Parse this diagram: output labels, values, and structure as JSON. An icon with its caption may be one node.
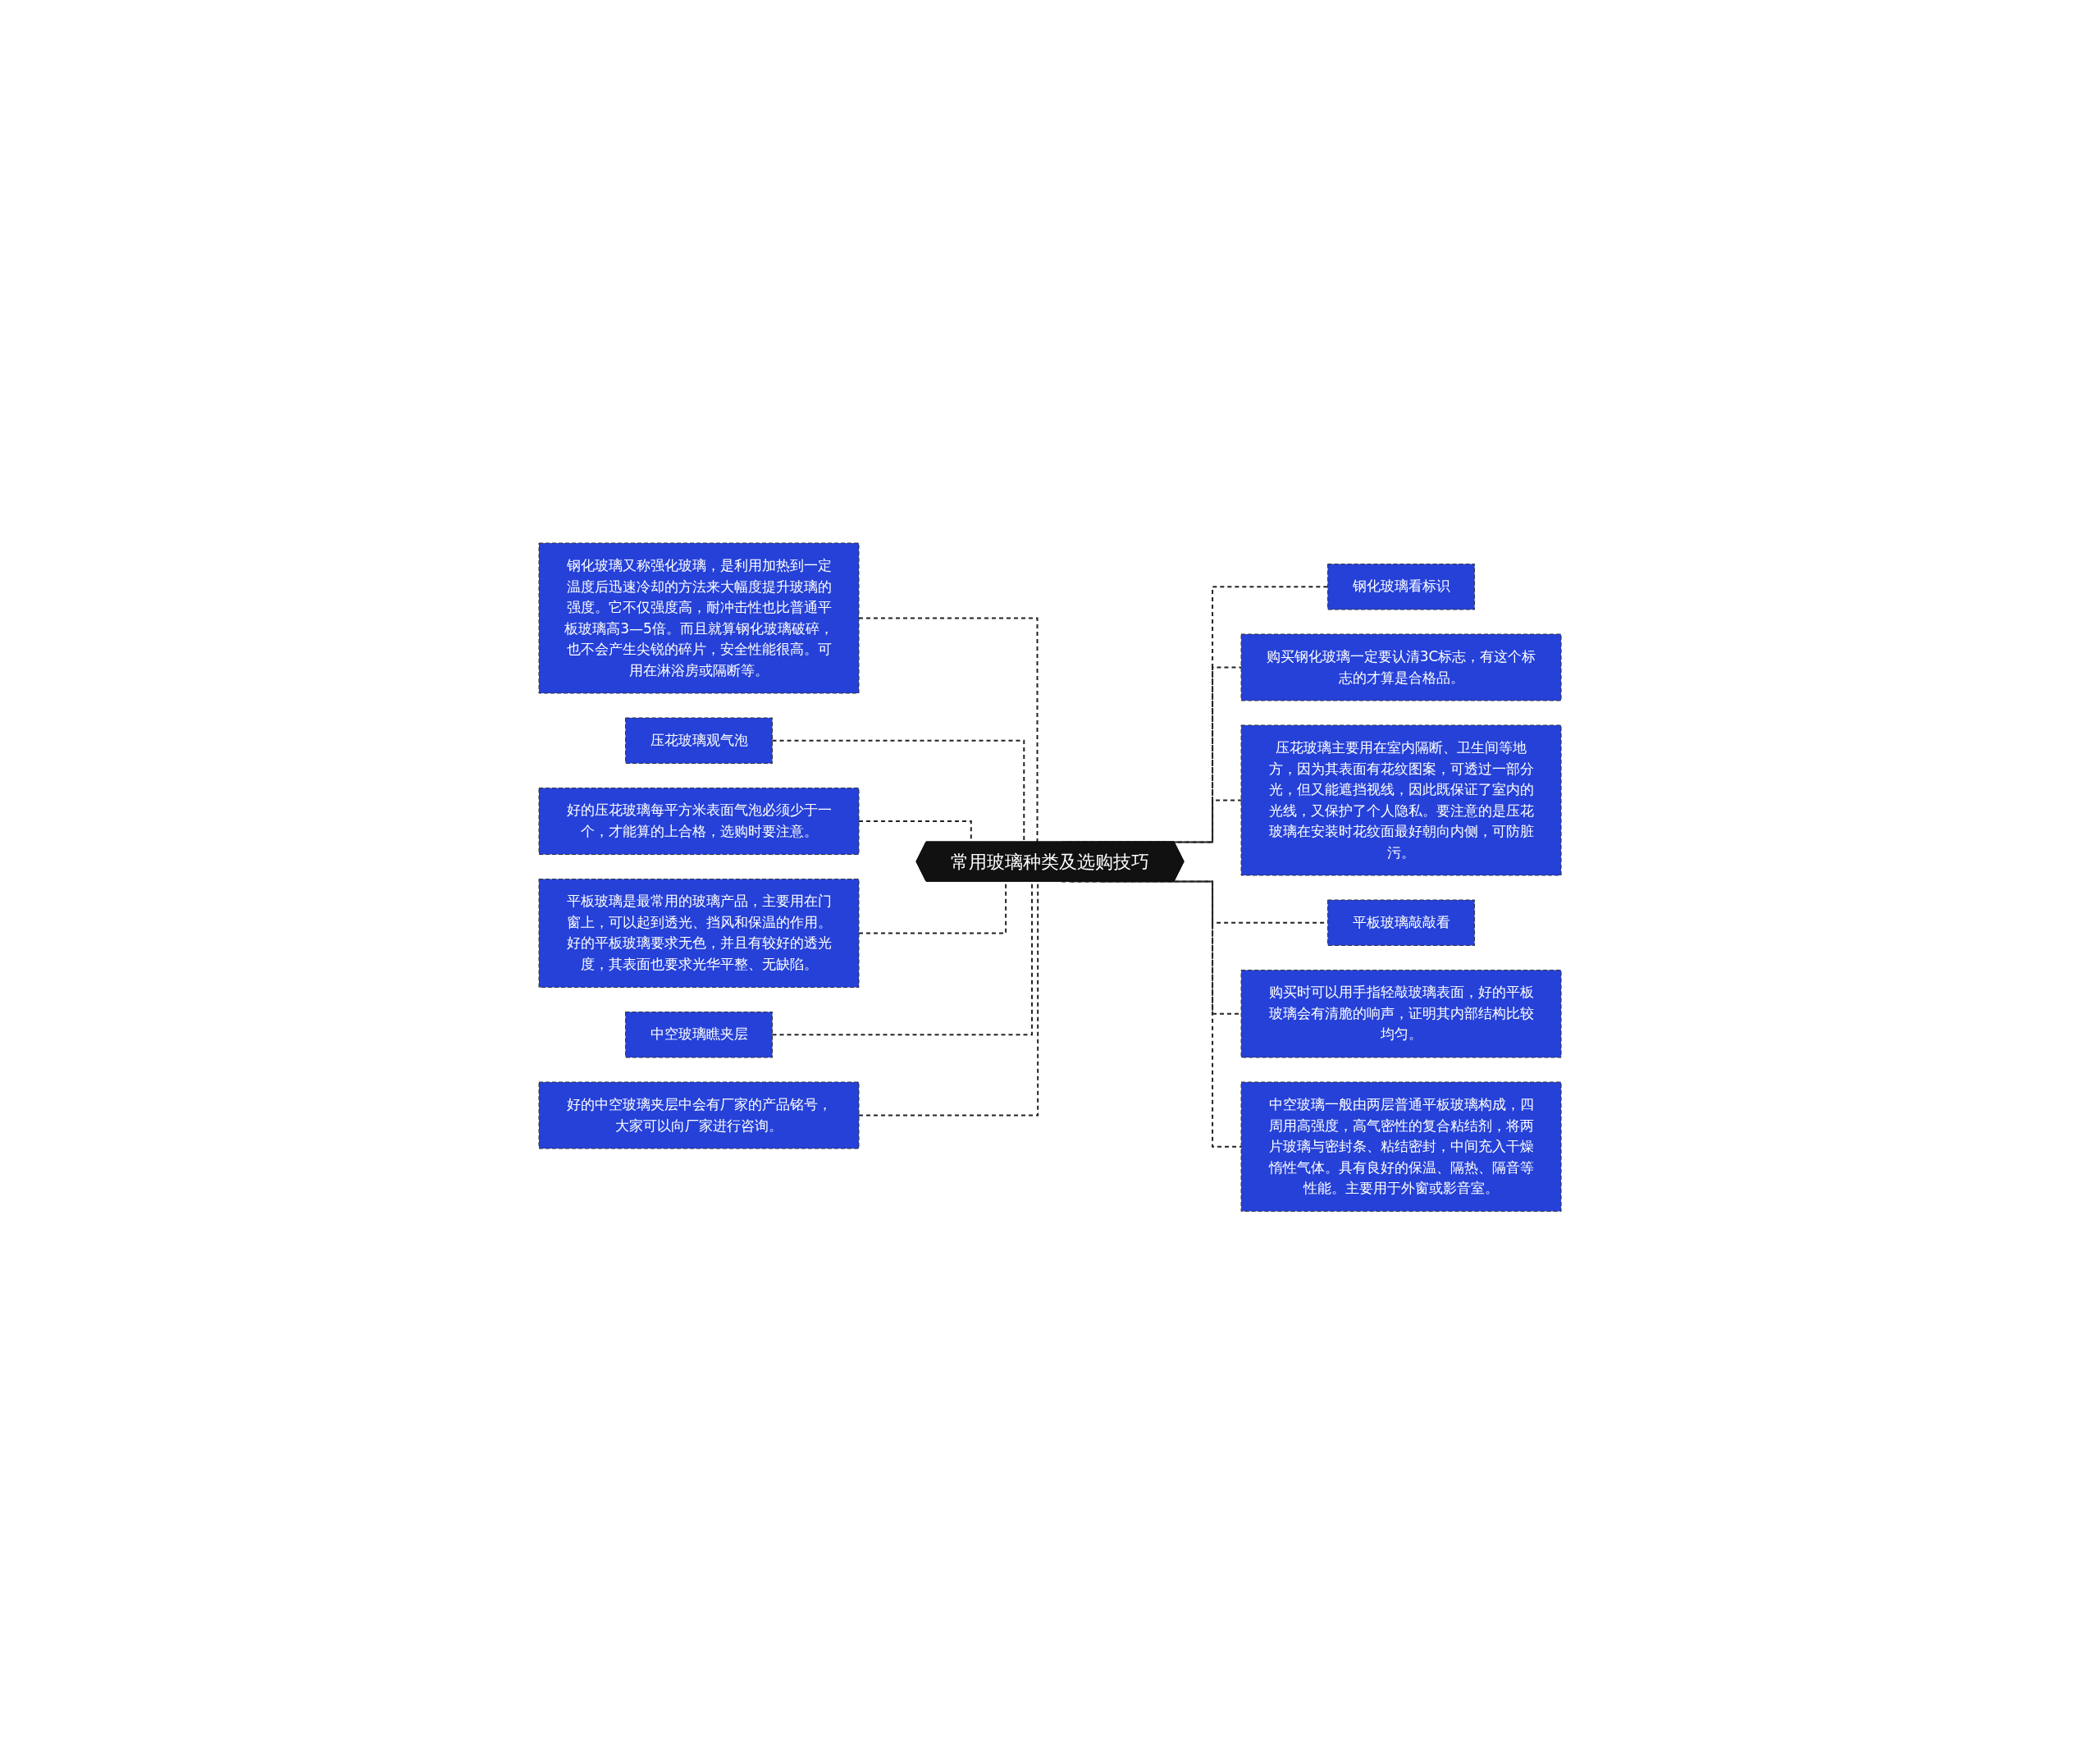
{
  "diagram": {
    "nodes": [
      {
        "text": [
          "常用玻璃种类及选购技巧"
        ]
      },
      {
        "text": [
          "钢化玻璃又称强化玻璃，是利用加热到一定温度后迅速冷却的方法来大幅度提升玻璃的强度。它不仅强度高，耐冲击性也比普通平板玻璃高3—5倍。而且就算钢化玻璃破碎，也不会产生尖锐的碎片，安全性能很高。可用在淋浴房或隔断等。"
        ]
      },
      {
        "text": [
          "压花玻璃观气泡"
        ]
      },
      {
        "text": [
          "好的压花玻璃每平方米表面气泡必须少于一个，才能算的上合格，选购时要注意。"
        ]
      },
      {
        "text": [
          "平板玻璃是最常用的玻璃产品，主要用在门窗上，可以起到透光、挡风和保温的作用。好的平板玻璃要求无色，并且有较好的透光度，其表面也要求光华平整、无缺陷。"
        ]
      },
      {
        "text": [
          "中空玻璃瞧夹层"
        ]
      },
      {
        "text": [
          "好的中空玻璃夹层中会有厂家的产品铭号，大家可以向厂家进行咨询。"
        ]
      },
      {
        "text": [
          "钢化玻璃看标识"
        ]
      },
      {
        "text": [
          "购买钢化玻璃一定要认清3C标志，有这个标志的才算是合格品。"
        ]
      },
      {
        "text": [
          "压花玻璃主要用在室内隔断、卫生间等地方，因为其表面有花纹图案，可透过一部分光，但又能遮挡视线，因此既保证了室内的光线，又保护了个人隐私。要注意的是压花玻璃在安装时花纹面最好朝向内侧，可防脏污。"
        ]
      },
      {
        "text": [
          "平板玻璃敲敲看"
        ]
      },
      {
        "text": [
          "购买时可以用手指轻敲玻璃表面，好的平板玻璃会有清脆的响声，证明其内部结构比较均匀。"
        ]
      },
      {
        "text": [
          "中空玻璃一般由两层普通平板玻璃构成，四周用高强度，高气密性的复合粘结剂，将两片玻璃与密封条、粘结密封，中间充入干燥惰性气体。具有良好的保温、隔热、隔音等性能。主要用于外窗或影音室。"
        ]
      }
    ],
    "edges": [
      {
        "from": 1,
        "to": 0,
        "arrow": "none",
        "style": "dashed"
      },
      {
        "from": 2,
        "to": 0,
        "arrow": "none",
        "style": "dashed"
      },
      {
        "from": 3,
        "to": 0,
        "arrow": "none",
        "style": "dashed"
      },
      {
        "from": 4,
        "to": 0,
        "arrow": "none",
        "style": "dashed"
      },
      {
        "from": 5,
        "to": 0,
        "arrow": "none",
        "style": "dashed"
      },
      {
        "from": 6,
        "to": 0,
        "arrow": "none",
        "style": "dashed"
      },
      {
        "from": 0,
        "to": 7,
        "arrow": "none",
        "style": "dashed"
      },
      {
        "from": 0,
        "to": 8,
        "arrow": "none",
        "style": "dashed"
      },
      {
        "from": 0,
        "to": 9,
        "arrow": "none",
        "style": "dashed"
      },
      {
        "from": 0,
        "to": 10,
        "arrow": "none",
        "style": "dashed"
      },
      {
        "from": 0,
        "to": 11,
        "arrow": "none",
        "style": "dashed"
      },
      {
        "from": 0,
        "to": 12,
        "arrow": "none",
        "style": "dashed"
      }
    ]
  }
}
